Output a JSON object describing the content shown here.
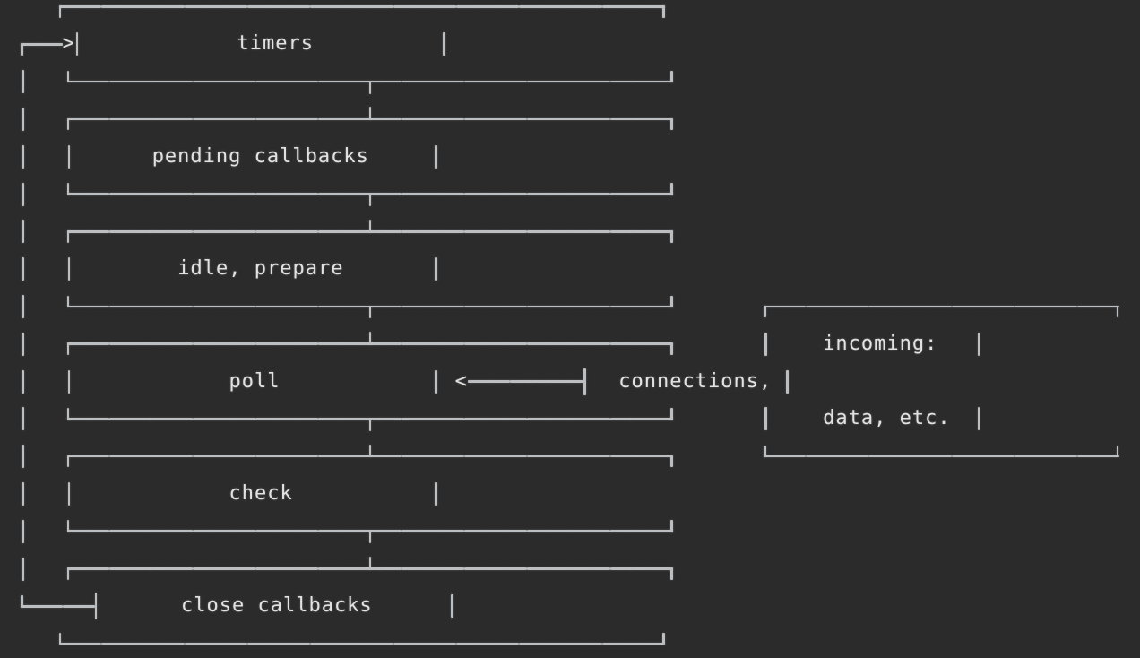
{
  "app": {
    "background_color": "#2b2b2b",
    "line_color": "#bcbfc1",
    "text_color": "#e2e2e2"
  },
  "diagram": {
    "description": "Event loop phases diagram (ASCII art)",
    "phases": [
      {
        "label": "timers"
      },
      {
        "label": "pending callbacks"
      },
      {
        "label": "idle, prepare"
      },
      {
        "label": "poll"
      },
      {
        "label": "check"
      },
      {
        "label": "close callbacks"
      }
    ],
    "side_box_lines": [
      "incoming:",
      "connections,",
      "data, etc."
    ],
    "arrow_glyphs": {
      "loop_head": ">",
      "poll_incoming_head": "<"
    },
    "ascii_lines": [
      "   ┌───────────────────────────┐",
      "┌─>│           timers          │",
      "│  └─────────────┬─────────────┘",
      "│  ┌─────────────┴─────────────┐",
      "│  │     pending callbacks     │",
      "│  └─────────────┬─────────────┘",
      "│  ┌─────────────┴─────────────┐",
      "│  │       idle, prepare       │",
      "│  └─────────────┬─────────────┘      ┌───────────────┐",
      "│  ┌─────────────┴─────────────┐      │   incoming:   │",
      "│  │           poll            │<─────┤  connections, │",
      "│  └─────────────┬─────────────┘      │   data, etc.  │",
      "│  ┌─────────────┴─────────────┐      └───────────────┘",
      "│  │           check           │",
      "│  └─────────────┬─────────────┘",
      "│  ┌─────────────┴─────────────┐",
      "└──┤      close callbacks      │",
      "   └───────────────────────────┘"
    ]
  }
}
